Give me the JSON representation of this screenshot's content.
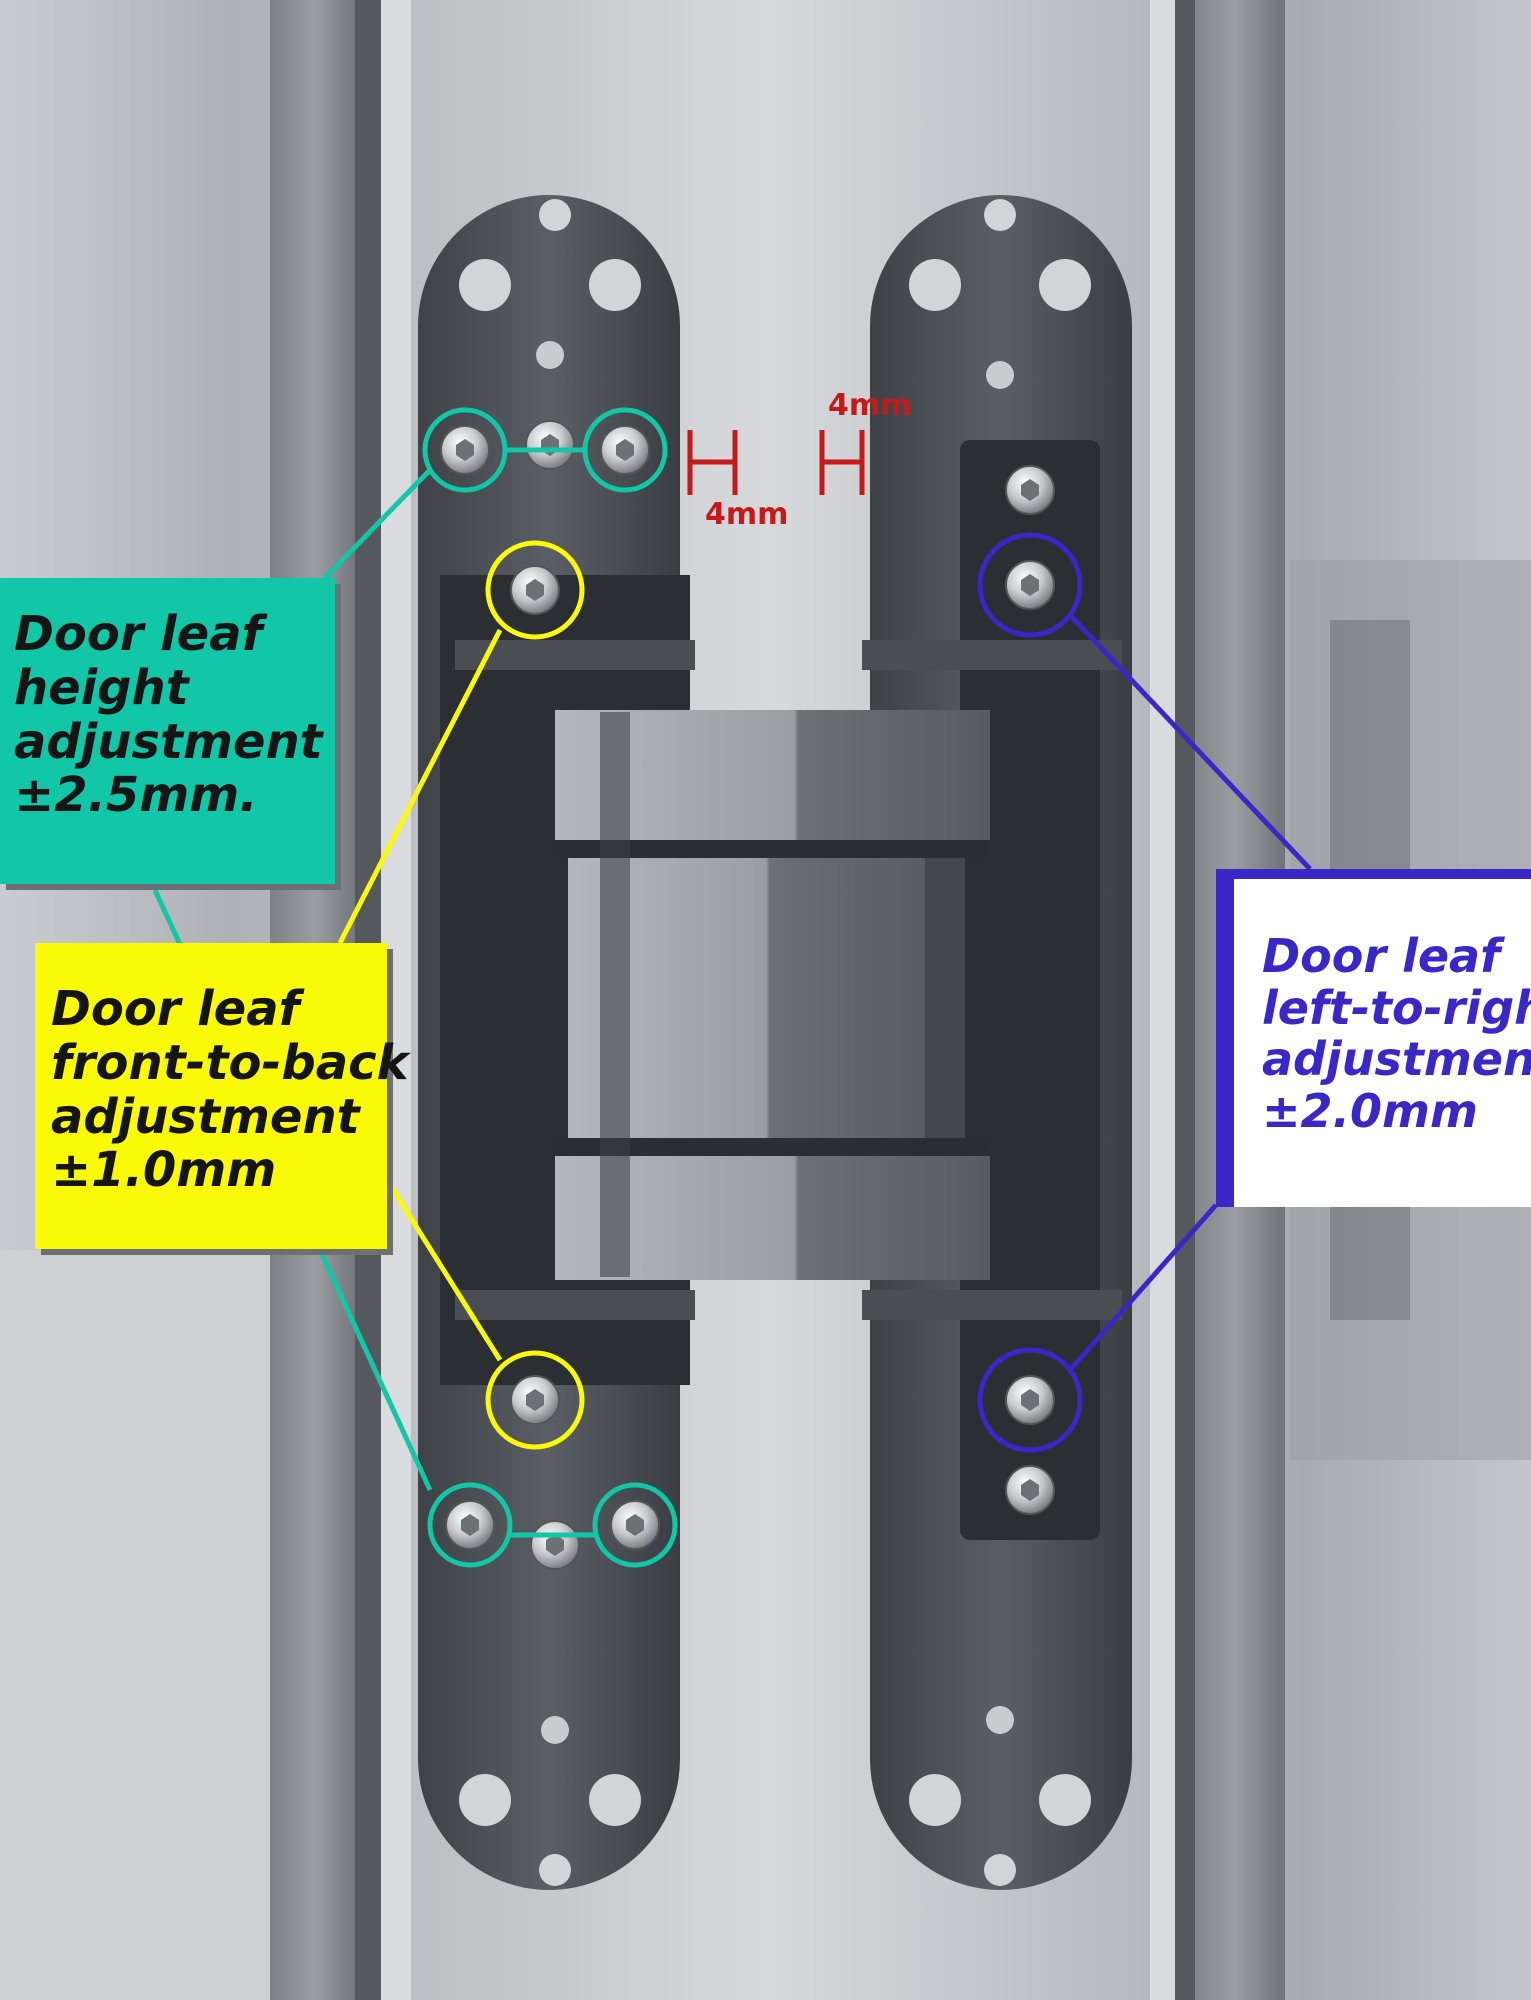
{
  "labels": {
    "height": {
      "lines": [
        "Door leaf",
        "height",
        "adjustment",
        " ±2.5mm."
      ],
      "color": "#12c6a8"
    },
    "front_to_back": {
      "lines": [
        "Door leaf",
        "front-to-back",
        "adjustment",
        "±1.0mm"
      ],
      "color": "#fafa08"
    },
    "left_to_right": {
      "lines": [
        "Door leaf",
        "left-to-right",
        "adjustment",
        "±2.0mm"
      ],
      "color": "#3a27c8"
    }
  },
  "gap": {
    "top": "4mm",
    "bottom": "4mm",
    "color": "#c51a1a"
  },
  "icons": {
    "hinge": "concealed-3d-hinge",
    "screw": "hex-socket-screw"
  }
}
